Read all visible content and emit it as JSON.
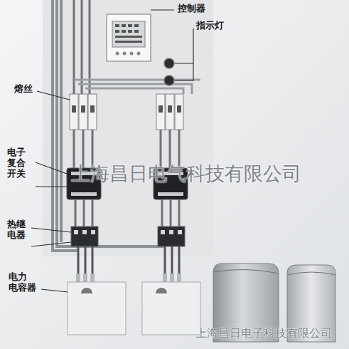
{
  "diagram": {
    "labels": [
      "控制器",
      "指示灯",
      "熔丝",
      "电子 复合 开关",
      "热继 电器",
      "电力 电容器",
      "上海昌日电气科技有限公司",
      "上海昌日电子科技有限公司"
    ]
  }
}
